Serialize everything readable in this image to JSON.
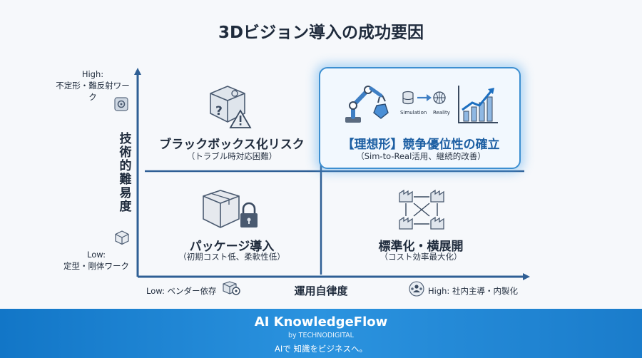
{
  "title": "3Dビジョン導入の成功要因",
  "y_axis": {
    "label": "技術的難易度",
    "high_label": "High:",
    "high_desc": "不定形・難反射ワーク",
    "low_label": "Low:",
    "low_desc": "定型・剛体ワーク"
  },
  "x_axis": {
    "label": "運用自律度",
    "low": "Low: ベンダー依存",
    "high": "High: 社内主導・内製化"
  },
  "quadrants": {
    "top_left": {
      "title": "ブラックボックス化リスク",
      "subtitle": "（トラブル時対応困難）",
      "icon": "puzzle-cube-icon"
    },
    "top_right": {
      "title": "【理想形】競争優位性の確立",
      "subtitle": "（Sim-to-Real活用、継続的改善）",
      "icon": "robot-arm-icon",
      "sim_label": "Simulation",
      "reality_label": "Reality"
    },
    "bottom_left": {
      "title": "パッケージ導入",
      "subtitle": "（初期コスト低、柔軟性低）",
      "icon": "locked-box-icon"
    },
    "bottom_right": {
      "title": "標準化・横展開",
      "subtitle": "（コスト効率最大化）",
      "icon": "factory-network-icon"
    }
  },
  "footer": {
    "brand": "AI KnowledgeFlow",
    "byline": "by TECHNODIGITAL",
    "tagline": "AIで 知識をビジネスへ。"
  },
  "colors": {
    "accent": "#3d8fd1",
    "axis": "#2f5f95",
    "footer": "#1a82d2"
  }
}
